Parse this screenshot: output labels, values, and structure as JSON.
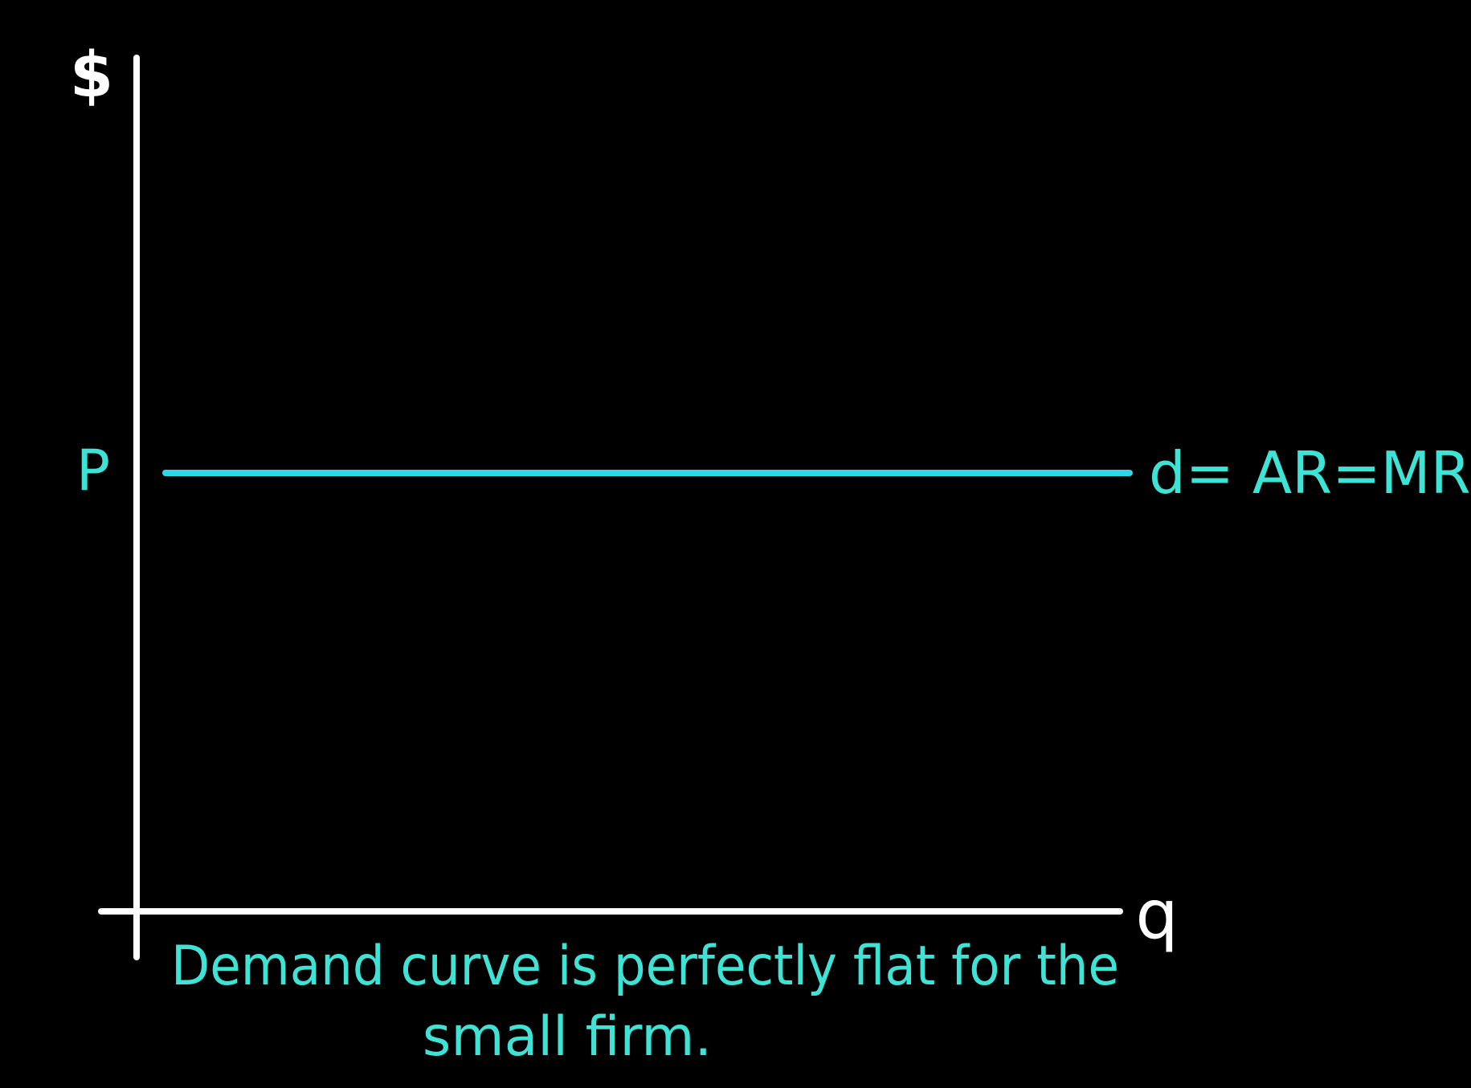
{
  "colors": {
    "background": "#000000",
    "axis": "#ffffff",
    "curve": "#29d9e6",
    "text_accent": "#3fe3d6"
  },
  "axes": {
    "y_label": "$",
    "x_label": "q"
  },
  "price_label": "P",
  "demand_curve": {
    "label": "d= AR=MR",
    "type": "horizontal"
  },
  "caption": {
    "line1": "Demand curve is perfectly flat for the",
    "line2": "small firm."
  }
}
